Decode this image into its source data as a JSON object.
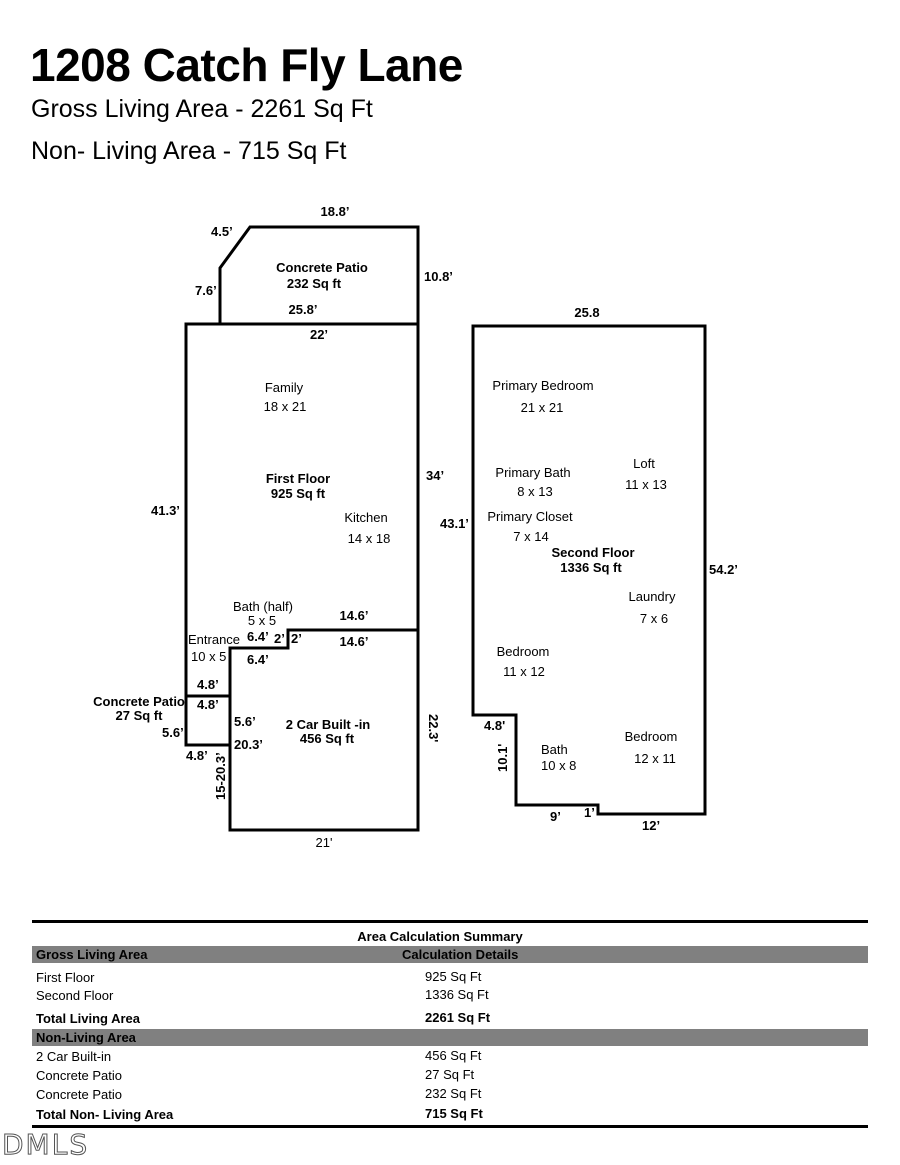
{
  "header": {
    "address": "1208 Catch Fly Lane",
    "gross_living": "Gross Living Area - 2261 Sq Ft",
    "non_living": "Non- Living Area - 715 Sq Ft"
  },
  "first_floor": {
    "patio_label": "Concrete Patio",
    "patio_area": "232 Sq ft",
    "dim_top": "18.8’",
    "dim_diag": "4.5’",
    "dim_left_patio": "7.6’",
    "dim_right_patio": "10.8’",
    "dim_patio_bottom": "25.8’",
    "dim_22": "22’",
    "family": "Family",
    "family_size": "18 x 21",
    "floor_label": "First Floor",
    "floor_area": "925 Sq ft",
    "dim_34": "34’",
    "dim_41": "41.3’",
    "kitchen": "Kitchen",
    "kitchen_size": "14 x 18",
    "bath": "Bath (half)",
    "bath_size": "5 x 5",
    "dim_146a": "14.6’",
    "dim_146b": "14.6’",
    "dim_64a": "6.4’",
    "dim_2a": "2’",
    "dim_2b": "2’",
    "dim_64b": "6.4’",
    "entrance": "Entrance",
    "entrance_size": "10 x 5",
    "dim_48a": "4.8’",
    "dim_48b": "4.8’",
    "dim_48c": "4.8’",
    "small_patio_label": "Concrete Patio",
    "small_patio_area": "27 Sq ft",
    "dim_56a": "5.6’",
    "dim_56b": "5.6’",
    "dim_203": "20.3’",
    "dim_15": "15-20.3’",
    "garage": "2 Car Built -in",
    "garage_area": "456 Sq ft",
    "dim_223": "22.3'",
    "dim_21": "21'"
  },
  "second_floor": {
    "dim_top": "25.8",
    "primary_bedroom": "Primary Bedroom",
    "primary_bedroom_size": "21 x 21",
    "primary_bath": "Primary Bath",
    "primary_bath_size": "8 x 13",
    "loft": "Loft",
    "loft_size": "11 x 13",
    "dim_431": "43.1’",
    "primary_closet": "Primary Closet",
    "primary_closet_size": "7 x 14",
    "floor_label": "Second Floor",
    "floor_area": "1336 Sq ft",
    "dim_542": "54.2’",
    "laundry": "Laundry",
    "laundry_size": "7 x 6",
    "bedroom1": "Bedroom",
    "bedroom1_size": "11 x 12",
    "dim_48": "4.8'",
    "dim_101": "10.1'",
    "bath": "Bath",
    "bath_size": "10 x 8",
    "bedroom2": "Bedroom",
    "bedroom2_size": "12 x 11",
    "dim_9": "9’",
    "dim_1": "1’",
    "dim_12": "12’"
  },
  "summary": {
    "title": "Area Calculation Summary",
    "gross_header": "Gross Living Area",
    "details_header": "Calculation Details",
    "gross_rows": [
      {
        "label": "First Floor",
        "value": "925 Sq Ft"
      },
      {
        "label": "Second Floor",
        "value": "1336 Sq Ft"
      }
    ],
    "gross_total": {
      "label": "Total Living Area",
      "value": "2261 Sq Ft"
    },
    "non_header": "Non-Living Area",
    "non_rows": [
      {
        "label": "2 Car Built-in",
        "value": "456 Sq Ft"
      },
      {
        "label": "Concrete Patio",
        "value": "27 Sq Ft"
      },
      {
        "label": "Concrete Patio",
        "value": "232 Sq Ft"
      }
    ],
    "non_total": {
      "label": "Total Non- Living Area",
      "value": "715 Sq Ft"
    }
  },
  "watermark": "DMLS"
}
